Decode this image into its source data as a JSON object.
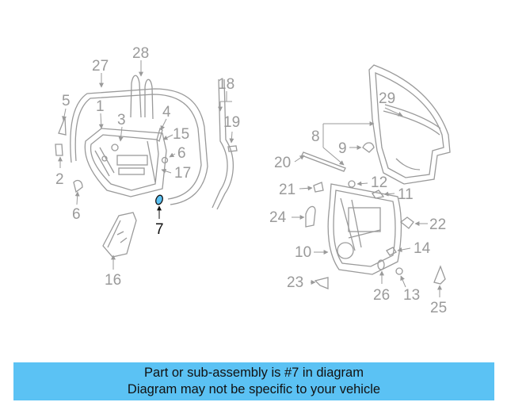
{
  "callouts": {
    "c27": "27",
    "c28": "28",
    "c5": "5",
    "c1": "1",
    "c3": "3",
    "c4": "4",
    "c15": "15",
    "c6a": "6",
    "c17": "17",
    "c2": "2",
    "c6b": "6",
    "c7": "7",
    "c16": "16",
    "c18": "18",
    "c19": "19",
    "c29": "29",
    "c8": "8",
    "c9": "9",
    "c20": "20",
    "c12": "12",
    "c21": "21",
    "c11": "11",
    "c24": "24",
    "c22": "22",
    "c14": "14",
    "c10": "10",
    "c23": "23",
    "c26": "26",
    "c13": "13",
    "c25": "25"
  },
  "colors": {
    "banner": "#5bc2f4",
    "highlight": "#111111",
    "line": "#9a9a9a",
    "part_fill": "#5bc2f4"
  },
  "banner": {
    "line1": "Part or sub-assembly is #7 in diagram",
    "line2": "Diagram may not be specific to your vehicle"
  }
}
